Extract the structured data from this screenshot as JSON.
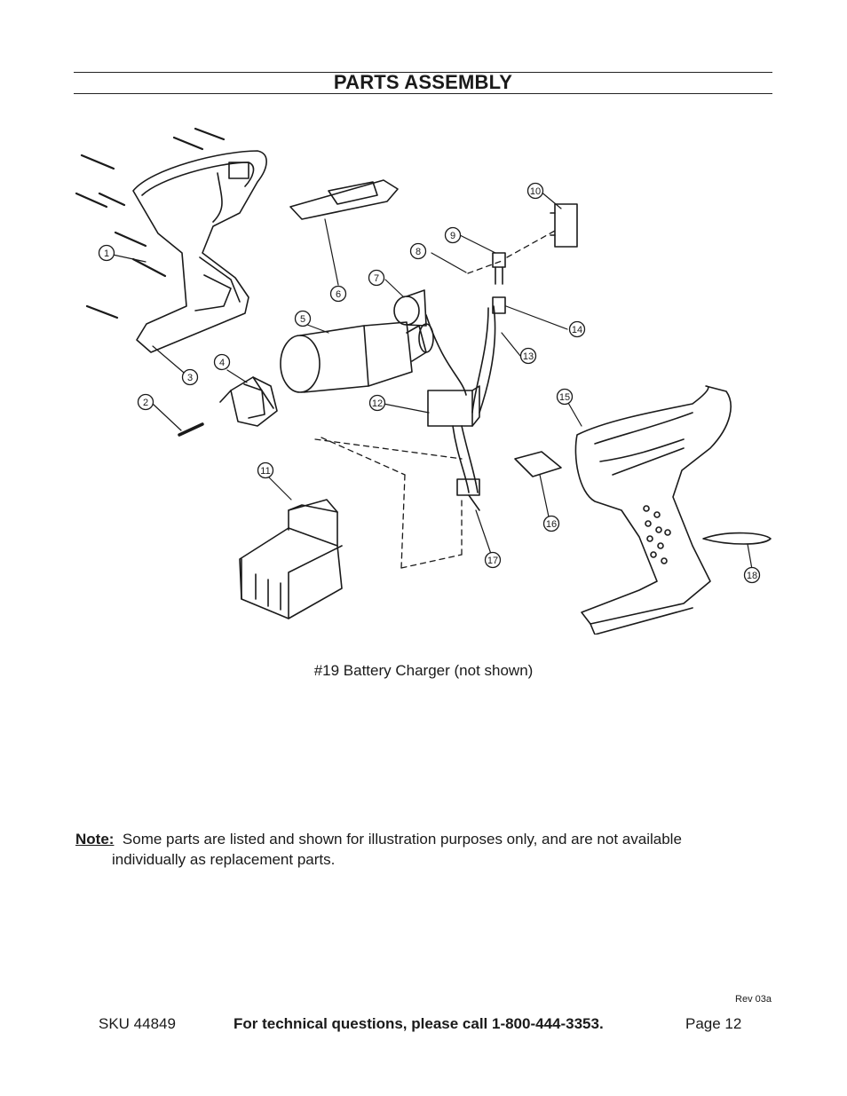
{
  "title": "PARTS ASSEMBLY",
  "callouts": [
    "1",
    "2",
    "3",
    "4",
    "5",
    "6",
    "7",
    "8",
    "9",
    "10",
    "11",
    "12",
    "13",
    "14",
    "15",
    "16",
    "17",
    "18"
  ],
  "caption": "#19 Battery Charger (not shown)",
  "note": {
    "label": "Note:",
    "line1": "Some parts are listed and shown for illustration purposes only, and are not available",
    "line2": "individually as replacement parts."
  },
  "rev": "Rev 03a",
  "footer": {
    "sku": "SKU 44849",
    "tech": "For technical questions, please call 1-800-444-3353.",
    "page": "Page 12"
  }
}
